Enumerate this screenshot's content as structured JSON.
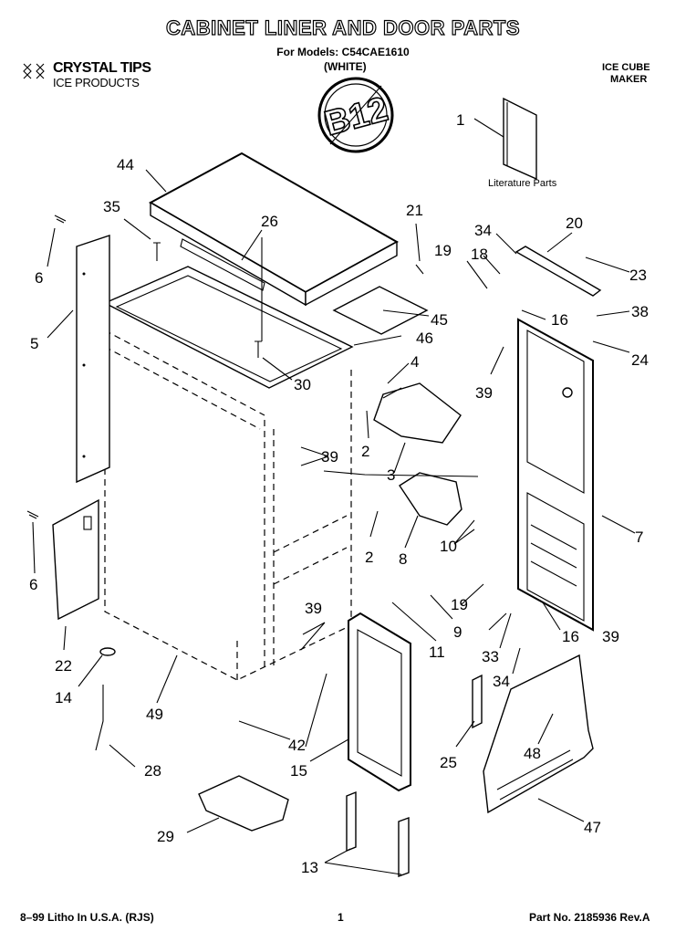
{
  "header": {
    "title": "CABINET LINER AND DOOR PARTS",
    "models_line": "For Models: C54CAE1610",
    "color_line": "(WHITE)",
    "brand_name": "CRYSTAL TIPS",
    "brand_sub": "ICE PRODUCTS",
    "product_line1": "ICE CUBE",
    "product_line2": "MAKER",
    "badge_text": "B12"
  },
  "literature_label": "Literature Parts",
  "callouts": {
    "c1": "1",
    "c2a": "2",
    "c2b": "2",
    "c3": "3",
    "c4": "4",
    "c5": "5",
    "c6a": "6",
    "c6b": "6",
    "c7": "7",
    "c8": "8",
    "c9": "9",
    "c10": "10",
    "c11": "11",
    "c13": "13",
    "c14": "14",
    "c15": "15",
    "c16a": "16",
    "c16b": "16",
    "c18": "18",
    "c19a": "19",
    "c19b": "19",
    "c20": "20",
    "c21": "21",
    "c22": "22",
    "c23": "23",
    "c24": "24",
    "c25": "25",
    "c26": "26",
    "c28": "28",
    "c29": "29",
    "c30": "30",
    "c33": "33",
    "c34a": "34",
    "c34b": "34",
    "c35": "35",
    "c38": "38",
    "c39a": "39",
    "c39b": "39",
    "c39c": "39",
    "c39d": "39",
    "c42": "42",
    "c44": "44",
    "c45": "45",
    "c46": "46",
    "c47": "47",
    "c48": "48",
    "c49": "49"
  },
  "footer": {
    "left": "8–99 Litho In U.S.A. (RJS)",
    "center": "1",
    "right": "Part No. 2185936 Rev.A"
  }
}
